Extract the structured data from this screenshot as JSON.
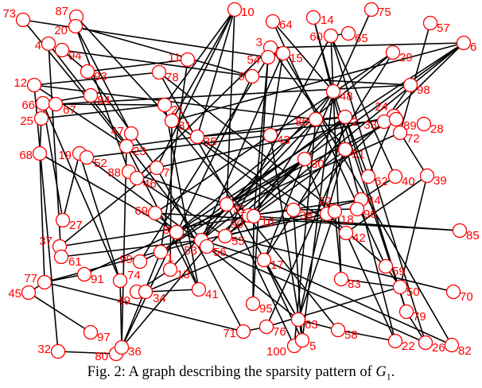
{
  "figure": {
    "caption_prefix": "Fig. 2: A graph describing the sparsity pattern of ",
    "caption_symbol": "G",
    "caption_subscript": "1",
    "caption_suffix": ".",
    "node_color": "#ff0000",
    "edge_color": "#000000"
  },
  "graph": {
    "nodes": [
      "73",
      "87",
      "20",
      "4",
      "94",
      "93",
      "11",
      "78",
      "12",
      "66",
      "67",
      "84",
      "25",
      "21",
      "81",
      "47",
      "23",
      "35",
      "68",
      "19",
      "52",
      "88",
      "46",
      "7",
      "10",
      "64",
      "3",
      "54",
      "15",
      "9",
      "14",
      "60",
      "65",
      "75",
      "57",
      "6",
      "29",
      "98",
      "48",
      "86",
      "2",
      "24",
      "33",
      "89",
      "28",
      "72",
      "43",
      "51",
      "30",
      "62",
      "40",
      "39",
      "69",
      "8",
      "53",
      "56",
      "1",
      "99",
      "13",
      "41",
      "27",
      "37",
      "61",
      "77",
      "91",
      "45",
      "74",
      "49",
      "34",
      "97",
      "32",
      "80",
      "36",
      "31",
      "90",
      "16",
      "55",
      "38",
      "92",
      "18",
      "44",
      "96",
      "42",
      "17",
      "85",
      "59",
      "83",
      "50",
      "70",
      "95",
      "79",
      "63",
      "76",
      "71",
      "58",
      "100",
      "5",
      "22",
      "26",
      "82"
    ],
    "edges": [
      [
        "73",
        "54"
      ],
      [
        "73",
        "23"
      ],
      [
        "87",
        "81"
      ],
      [
        "20",
        "9"
      ],
      [
        "20",
        "47"
      ],
      [
        "20",
        "88"
      ],
      [
        "4",
        "61"
      ],
      [
        "4",
        "53"
      ],
      [
        "94",
        "93"
      ],
      [
        "94",
        "9"
      ],
      [
        "93",
        "11"
      ],
      [
        "93",
        "7"
      ],
      [
        "12",
        "78"
      ],
      [
        "12",
        "86"
      ],
      [
        "12",
        "23"
      ],
      [
        "66",
        "84"
      ],
      [
        "66",
        "74"
      ],
      [
        "66",
        "27"
      ],
      [
        "67",
        "21"
      ],
      [
        "67",
        "98"
      ],
      [
        "25",
        "68"
      ],
      [
        "25",
        "21"
      ],
      [
        "68",
        "77"
      ],
      [
        "68",
        "8"
      ],
      [
        "19",
        "27"
      ],
      [
        "52",
        "43"
      ],
      [
        "52",
        "56"
      ],
      [
        "47",
        "23"
      ],
      [
        "23",
        "2"
      ],
      [
        "23",
        "41"
      ],
      [
        "23",
        "36"
      ],
      [
        "88",
        "31"
      ],
      [
        "46",
        "55"
      ],
      [
        "7",
        "24"
      ],
      [
        "7",
        "71"
      ],
      [
        "10",
        "21"
      ],
      [
        "10",
        "81"
      ],
      [
        "10",
        "7"
      ],
      [
        "10",
        "35"
      ],
      [
        "10",
        "31"
      ],
      [
        "11",
        "1"
      ],
      [
        "78",
        "18"
      ],
      [
        "78",
        "63"
      ],
      [
        "21",
        "41"
      ],
      [
        "81",
        "38"
      ],
      [
        "81",
        "58"
      ],
      [
        "81",
        "6"
      ],
      [
        "35",
        "42"
      ],
      [
        "35",
        "89"
      ],
      [
        "64",
        "48"
      ],
      [
        "64",
        "59"
      ],
      [
        "3",
        "6"
      ],
      [
        "3",
        "51"
      ],
      [
        "3",
        "46"
      ],
      [
        "54",
        "99"
      ],
      [
        "54",
        "95"
      ],
      [
        "54",
        "16"
      ],
      [
        "15",
        "53"
      ],
      [
        "15",
        "43"
      ],
      [
        "15",
        "82"
      ],
      [
        "9",
        "36"
      ],
      [
        "9",
        "98"
      ],
      [
        "14",
        "48"
      ],
      [
        "14",
        "22"
      ],
      [
        "60",
        "83"
      ],
      [
        "60",
        "40"
      ],
      [
        "60",
        "55"
      ],
      [
        "60",
        "26"
      ],
      [
        "65",
        "60"
      ],
      [
        "75",
        "30"
      ],
      [
        "57",
        "72"
      ],
      [
        "6",
        "30"
      ],
      [
        "6",
        "55"
      ],
      [
        "6",
        "38"
      ],
      [
        "6",
        "8"
      ],
      [
        "29",
        "8"
      ],
      [
        "29",
        "17"
      ],
      [
        "29",
        "69"
      ],
      [
        "98",
        "33"
      ],
      [
        "48",
        "13"
      ],
      [
        "48",
        "5"
      ],
      [
        "48",
        "79"
      ],
      [
        "86",
        "2"
      ],
      [
        "86",
        "53"
      ],
      [
        "86",
        "100"
      ],
      [
        "2",
        "1"
      ],
      [
        "2",
        "62"
      ],
      [
        "2",
        "90"
      ],
      [
        "2",
        "63"
      ],
      [
        "24",
        "62"
      ],
      [
        "24",
        "55"
      ],
      [
        "89",
        "31"
      ],
      [
        "72",
        "39"
      ],
      [
        "72",
        "8"
      ],
      [
        "43",
        "5"
      ],
      [
        "51",
        "76"
      ],
      [
        "51",
        "92"
      ],
      [
        "30",
        "31"
      ],
      [
        "30",
        "53"
      ],
      [
        "30",
        "17"
      ],
      [
        "40",
        "44"
      ],
      [
        "39",
        "50"
      ],
      [
        "39",
        "42"
      ],
      [
        "44",
        "90"
      ],
      [
        "96",
        "38"
      ],
      [
        "85",
        "69"
      ],
      [
        "85",
        "16"
      ],
      [
        "59",
        "50"
      ],
      [
        "59",
        "92"
      ],
      [
        "50",
        "76"
      ],
      [
        "50",
        "83"
      ],
      [
        "83",
        "18"
      ],
      [
        "70",
        "55"
      ],
      [
        "95",
        "16"
      ],
      [
        "79",
        "26"
      ],
      [
        "79",
        "2"
      ],
      [
        "63",
        "58"
      ],
      [
        "63",
        "18"
      ],
      [
        "63",
        "17"
      ],
      [
        "63",
        "56"
      ],
      [
        "76",
        "71"
      ],
      [
        "71",
        "77"
      ],
      [
        "58",
        "22"
      ],
      [
        "22",
        "42"
      ],
      [
        "100",
        "31"
      ],
      [
        "5",
        "38"
      ],
      [
        "5",
        "17"
      ],
      [
        "26",
        "56"
      ],
      [
        "82",
        "17"
      ],
      [
        "36",
        "80"
      ],
      [
        "36",
        "74"
      ],
      [
        "36",
        "56"
      ],
      [
        "36",
        "1"
      ],
      [
        "80",
        "32"
      ],
      [
        "32",
        "12"
      ],
      [
        "45",
        "77"
      ],
      [
        "45",
        "97"
      ],
      [
        "77",
        "91"
      ],
      [
        "77",
        "53"
      ],
      [
        "37",
        "16"
      ],
      [
        "37",
        "7"
      ],
      [
        "61",
        "53"
      ],
      [
        "91",
        "8"
      ],
      [
        "74",
        "19"
      ],
      [
        "49",
        "13"
      ],
      [
        "34",
        "41"
      ],
      [
        "34",
        "18"
      ],
      [
        "69",
        "8"
      ],
      [
        "8",
        "53"
      ],
      [
        "8",
        "41"
      ],
      [
        "99",
        "1"
      ],
      [
        "13",
        "81"
      ],
      [
        "53",
        "31"
      ],
      [
        "53",
        "92"
      ],
      [
        "56",
        "30"
      ],
      [
        "55",
        "44"
      ],
      [
        "38",
        "90"
      ],
      [
        "31",
        "2"
      ],
      [
        "16",
        "48"
      ],
      [
        "90",
        "30"
      ],
      [
        "17",
        "8"
      ],
      [
        "92",
        "30"
      ],
      [
        "1",
        "30"
      ]
    ]
  }
}
